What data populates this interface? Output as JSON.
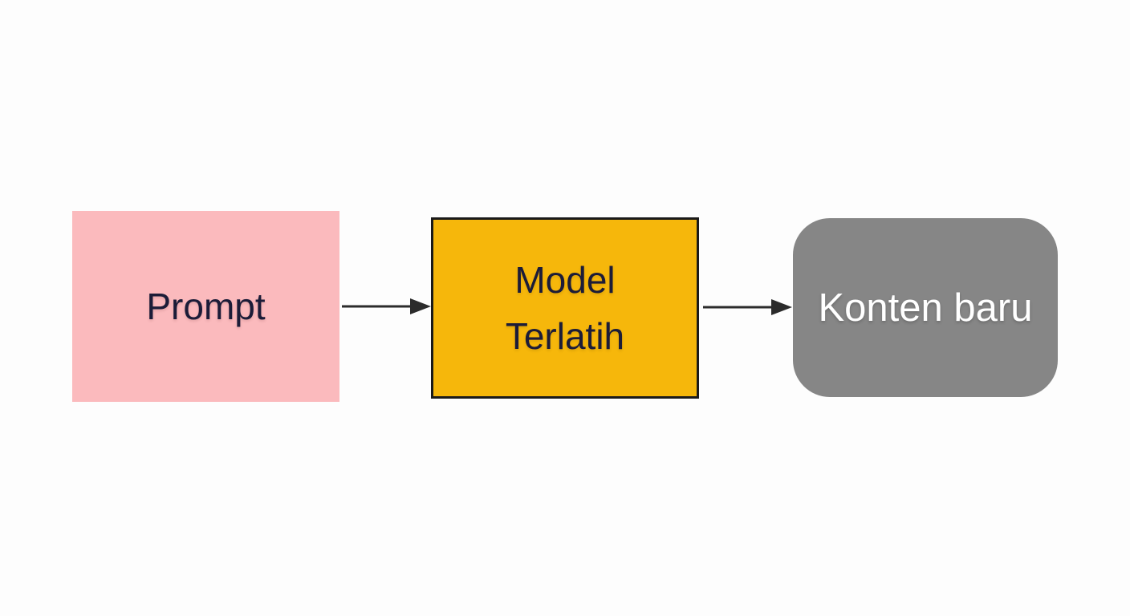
{
  "diagram": {
    "type": "flowchart",
    "direction": "left-to-right",
    "background_color": "#fdfdfd",
    "nodes": [
      {
        "id": "prompt",
        "label": "Prompt",
        "shape": "rectangle",
        "fill": "#fbbabd",
        "border": "none",
        "text_color": "#1c1c38"
      },
      {
        "id": "model-terlatih",
        "label": "Model Terlatih",
        "label_lines": [
          "Model",
          "Terlatih"
        ],
        "shape": "rectangle",
        "fill": "#f6b70b",
        "border": "#1a1a1a",
        "text_color": "#1c1c38"
      },
      {
        "id": "konten-baru",
        "label": "Konten baru",
        "shape": "rounded-rectangle",
        "fill": "#868686",
        "border": "none",
        "text_color": "#ffffff"
      }
    ],
    "connectors": [
      {
        "from": "prompt",
        "to": "model-terlatih",
        "style": "arrow",
        "color": "#2b2b2b"
      },
      {
        "from": "model-terlatih",
        "to": "konten-baru",
        "style": "arrow",
        "color": "#2b2b2b"
      }
    ]
  }
}
